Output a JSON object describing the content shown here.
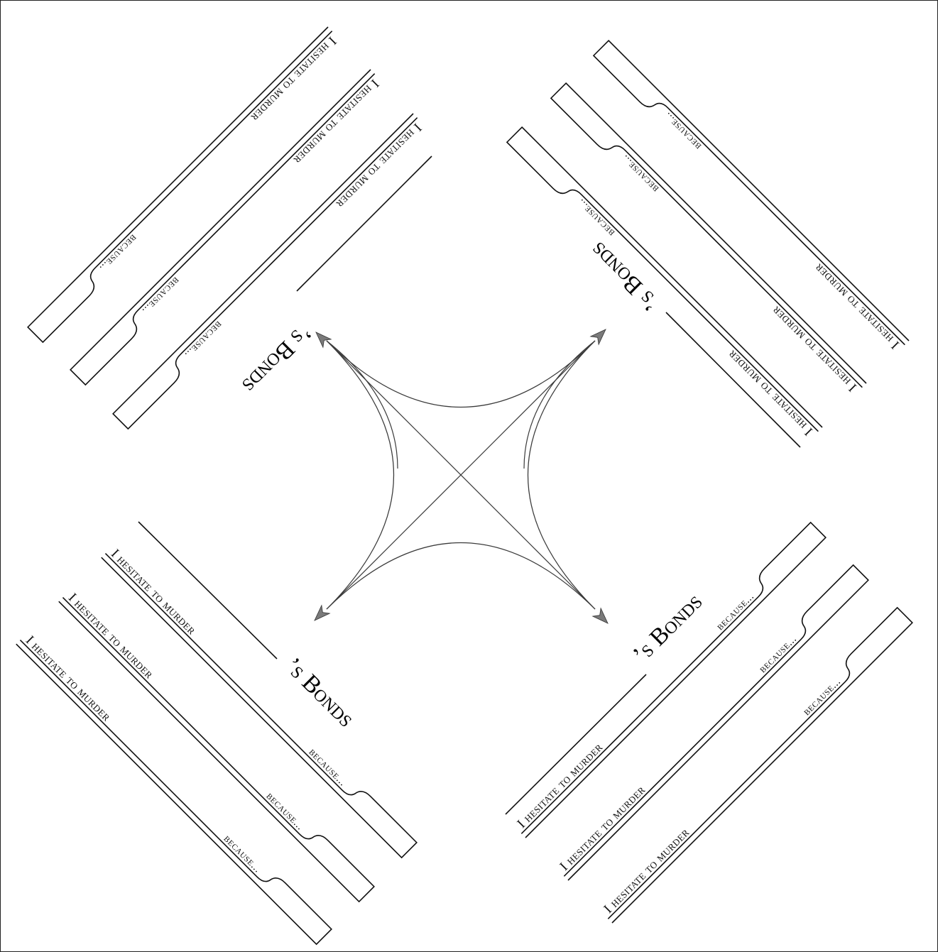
{
  "sheet": {
    "title_suffix": "’s Bonds",
    "slot_prefix": "I hesitate to murder",
    "slot_suffix": "because..."
  },
  "colors": {
    "ink": "#000000",
    "arrow_fill": "#7a7a7a",
    "curve": "#3a3a3a"
  },
  "quadrants": [
    {
      "corner": "top-left",
      "slots": 3
    },
    {
      "corner": "top-right",
      "slots": 3
    },
    {
      "corner": "bottom-left",
      "slots": 3
    },
    {
      "corner": "bottom-right",
      "slots": 3
    }
  ],
  "icons": {
    "compass": "four-point-star-arrows-icon"
  }
}
